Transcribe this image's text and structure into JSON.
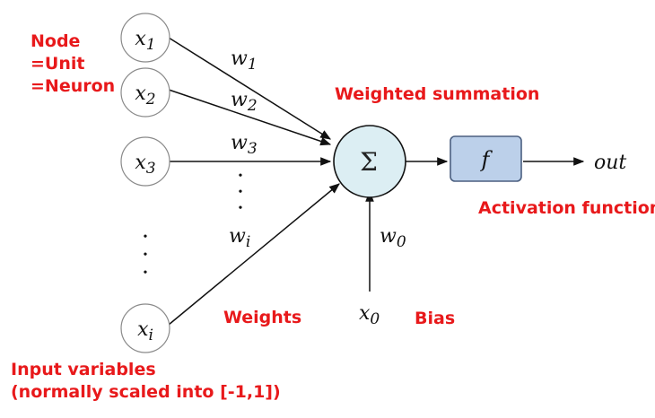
{
  "colors": {
    "annotation": "#e8191b",
    "stroke": "#111111",
    "node_stroke": "#8a8a8a",
    "sum_fill": "#dceef3",
    "activation_fill": "#bcd0ea",
    "activation_stroke": "#4b5f80"
  },
  "annotations": {
    "node_line1": "Node",
    "node_line2": "=Unit",
    "node_line3": "=Neuron",
    "weighted_summation": "Weighted summation",
    "activation_function": "Activation function",
    "weights": "Weights",
    "bias": "Bias",
    "input_vars_line1": "Input variables",
    "input_vars_line2": "(normally scaled into [-1,1])"
  },
  "inputs": [
    {
      "base": "x",
      "sub": "1"
    },
    {
      "base": "x",
      "sub": "2"
    },
    {
      "base": "x",
      "sub": "3"
    },
    {
      "base": "x",
      "sub": "i"
    }
  ],
  "weights": [
    {
      "base": "w",
      "sub": "1"
    },
    {
      "base": "w",
      "sub": "2"
    },
    {
      "base": "w",
      "sub": "3"
    },
    {
      "base": "w",
      "sub": "i"
    }
  ],
  "bias": {
    "input": {
      "base": "x",
      "sub": "0"
    },
    "weight": {
      "base": "w",
      "sub": "0"
    }
  },
  "sum_symbol": "Σ",
  "activation": "f",
  "output": "out",
  "ellipsis_dot": "•"
}
